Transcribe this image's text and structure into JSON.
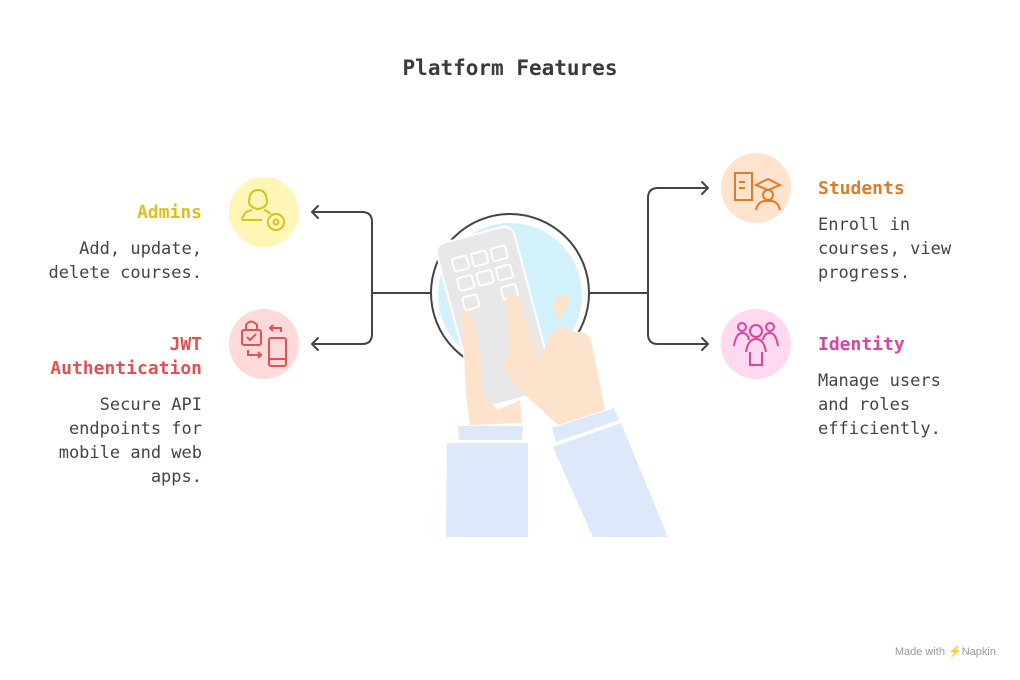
{
  "title": "Platform Features",
  "features": {
    "admins": {
      "title_lines": [
        "Admins"
      ],
      "desc_lines": [
        "Add, update,",
        "delete courses."
      ],
      "color": "#d9c21a",
      "bg": "#fdf6b6",
      "icon": "admin-gear-icon"
    },
    "jwt": {
      "title_lines": [
        "JWT",
        "Authentication"
      ],
      "desc_lines": [
        "Secure API",
        "endpoints for",
        "mobile and web",
        "apps."
      ],
      "color": "#e05252",
      "bg": "#ffdada",
      "icon": "lock-phone-sync-icon"
    },
    "students": {
      "title_lines": [
        "Students"
      ],
      "desc_lines": [
        "Enroll in",
        "courses, view",
        "progress."
      ],
      "color": "#e07b2a",
      "bg": "#ffe3cc",
      "icon": "student-graduation-icon"
    },
    "identity": {
      "title_lines": [
        "Identity"
      ],
      "desc_lines": [
        "Manage users",
        "and roles",
        "efficiently."
      ],
      "color": "#d9449e",
      "bg": "#ffd9f0",
      "icon": "user-group-icon"
    }
  },
  "footer": {
    "made_with": "Made with",
    "brand": "Napkin"
  }
}
